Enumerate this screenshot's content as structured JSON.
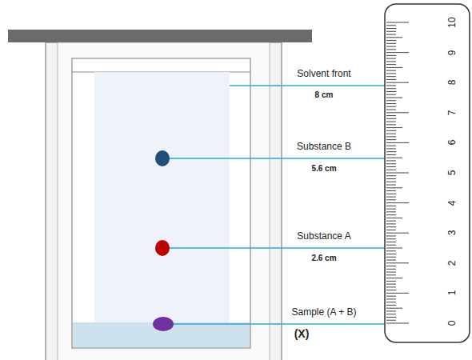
{
  "diagram": {
    "labels": [
      "Solvent front",
      "8 cm",
      "Substance B",
      "5.6 cm",
      "Substance A",
      "2.6 cm",
      "Sample (A + B)",
      "(X)",
      "0",
      "1",
      "2",
      "3",
      "4",
      "5",
      "6",
      "7",
      "8",
      "9",
      "10"
    ]
  }
}
